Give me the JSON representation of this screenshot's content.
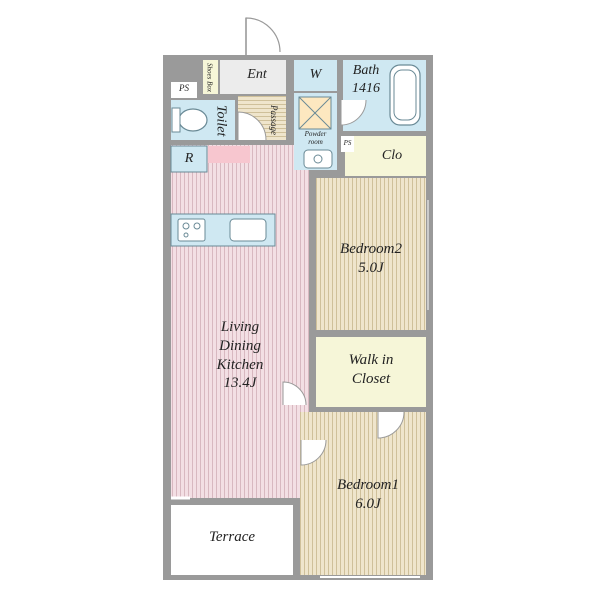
{
  "rooms": {
    "ldk": {
      "label": "Living\nDining\nKitchen\n13.4J"
    },
    "bedroom2": {
      "label": "Bedroom2\n5.0J"
    },
    "bedroom1": {
      "label": "Bedroom1\n6.0J"
    },
    "walk_in_closet": {
      "label": "Walk in\nCloset"
    },
    "terrace": {
      "label": "Terrace"
    },
    "entrance": {
      "label": "Ent"
    },
    "bath": {
      "label": "Bath\n1416"
    },
    "washer": {
      "label": "W"
    },
    "closet": {
      "label": "Clo"
    },
    "toilet": {
      "label": "Toilet"
    },
    "passage": {
      "label": "Passage"
    },
    "shoes_box": {
      "label": "Shoes Box"
    },
    "powder_room": {
      "label": "Powder\nroom"
    },
    "refrigerator": {
      "label": "R"
    },
    "pipe_space_1": {
      "label": "PS"
    },
    "pipe_space_2": {
      "label": "PS"
    }
  },
  "colors": {
    "wall": "#9a9a9a",
    "ldk_floor": "#f3dfe4",
    "ldk_stripe": "#d8b8c0",
    "bedroom_floor": "#efe5cc",
    "bedroom_stripe": "#cfc09a",
    "closet_floor": "#f6f6d8",
    "wet_area": "#cfe8f2",
    "fixture_stroke": "#6a8a96",
    "entrance": "#ececec",
    "terrace": "#ffffff",
    "fridge": "#f7c6cf"
  }
}
